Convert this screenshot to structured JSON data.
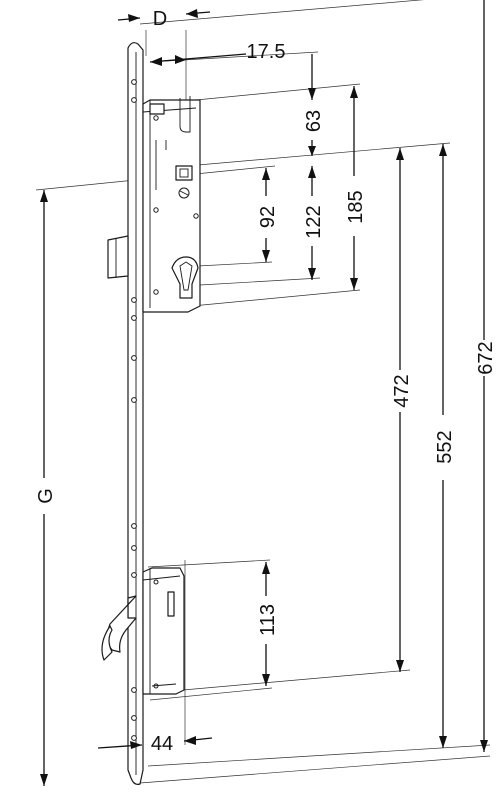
{
  "dimensions": {
    "d": "D",
    "backset": "17.5",
    "top_to_handle": "63",
    "handle_to_cylinder": "92",
    "cylinder_offset": "122",
    "top_to_cylinder": "185",
    "lower_lock": "113",
    "cylinder_to_lower": "472",
    "top_span": "552",
    "total_length": "672",
    "faceplate_width": "44",
    "g": "G"
  }
}
